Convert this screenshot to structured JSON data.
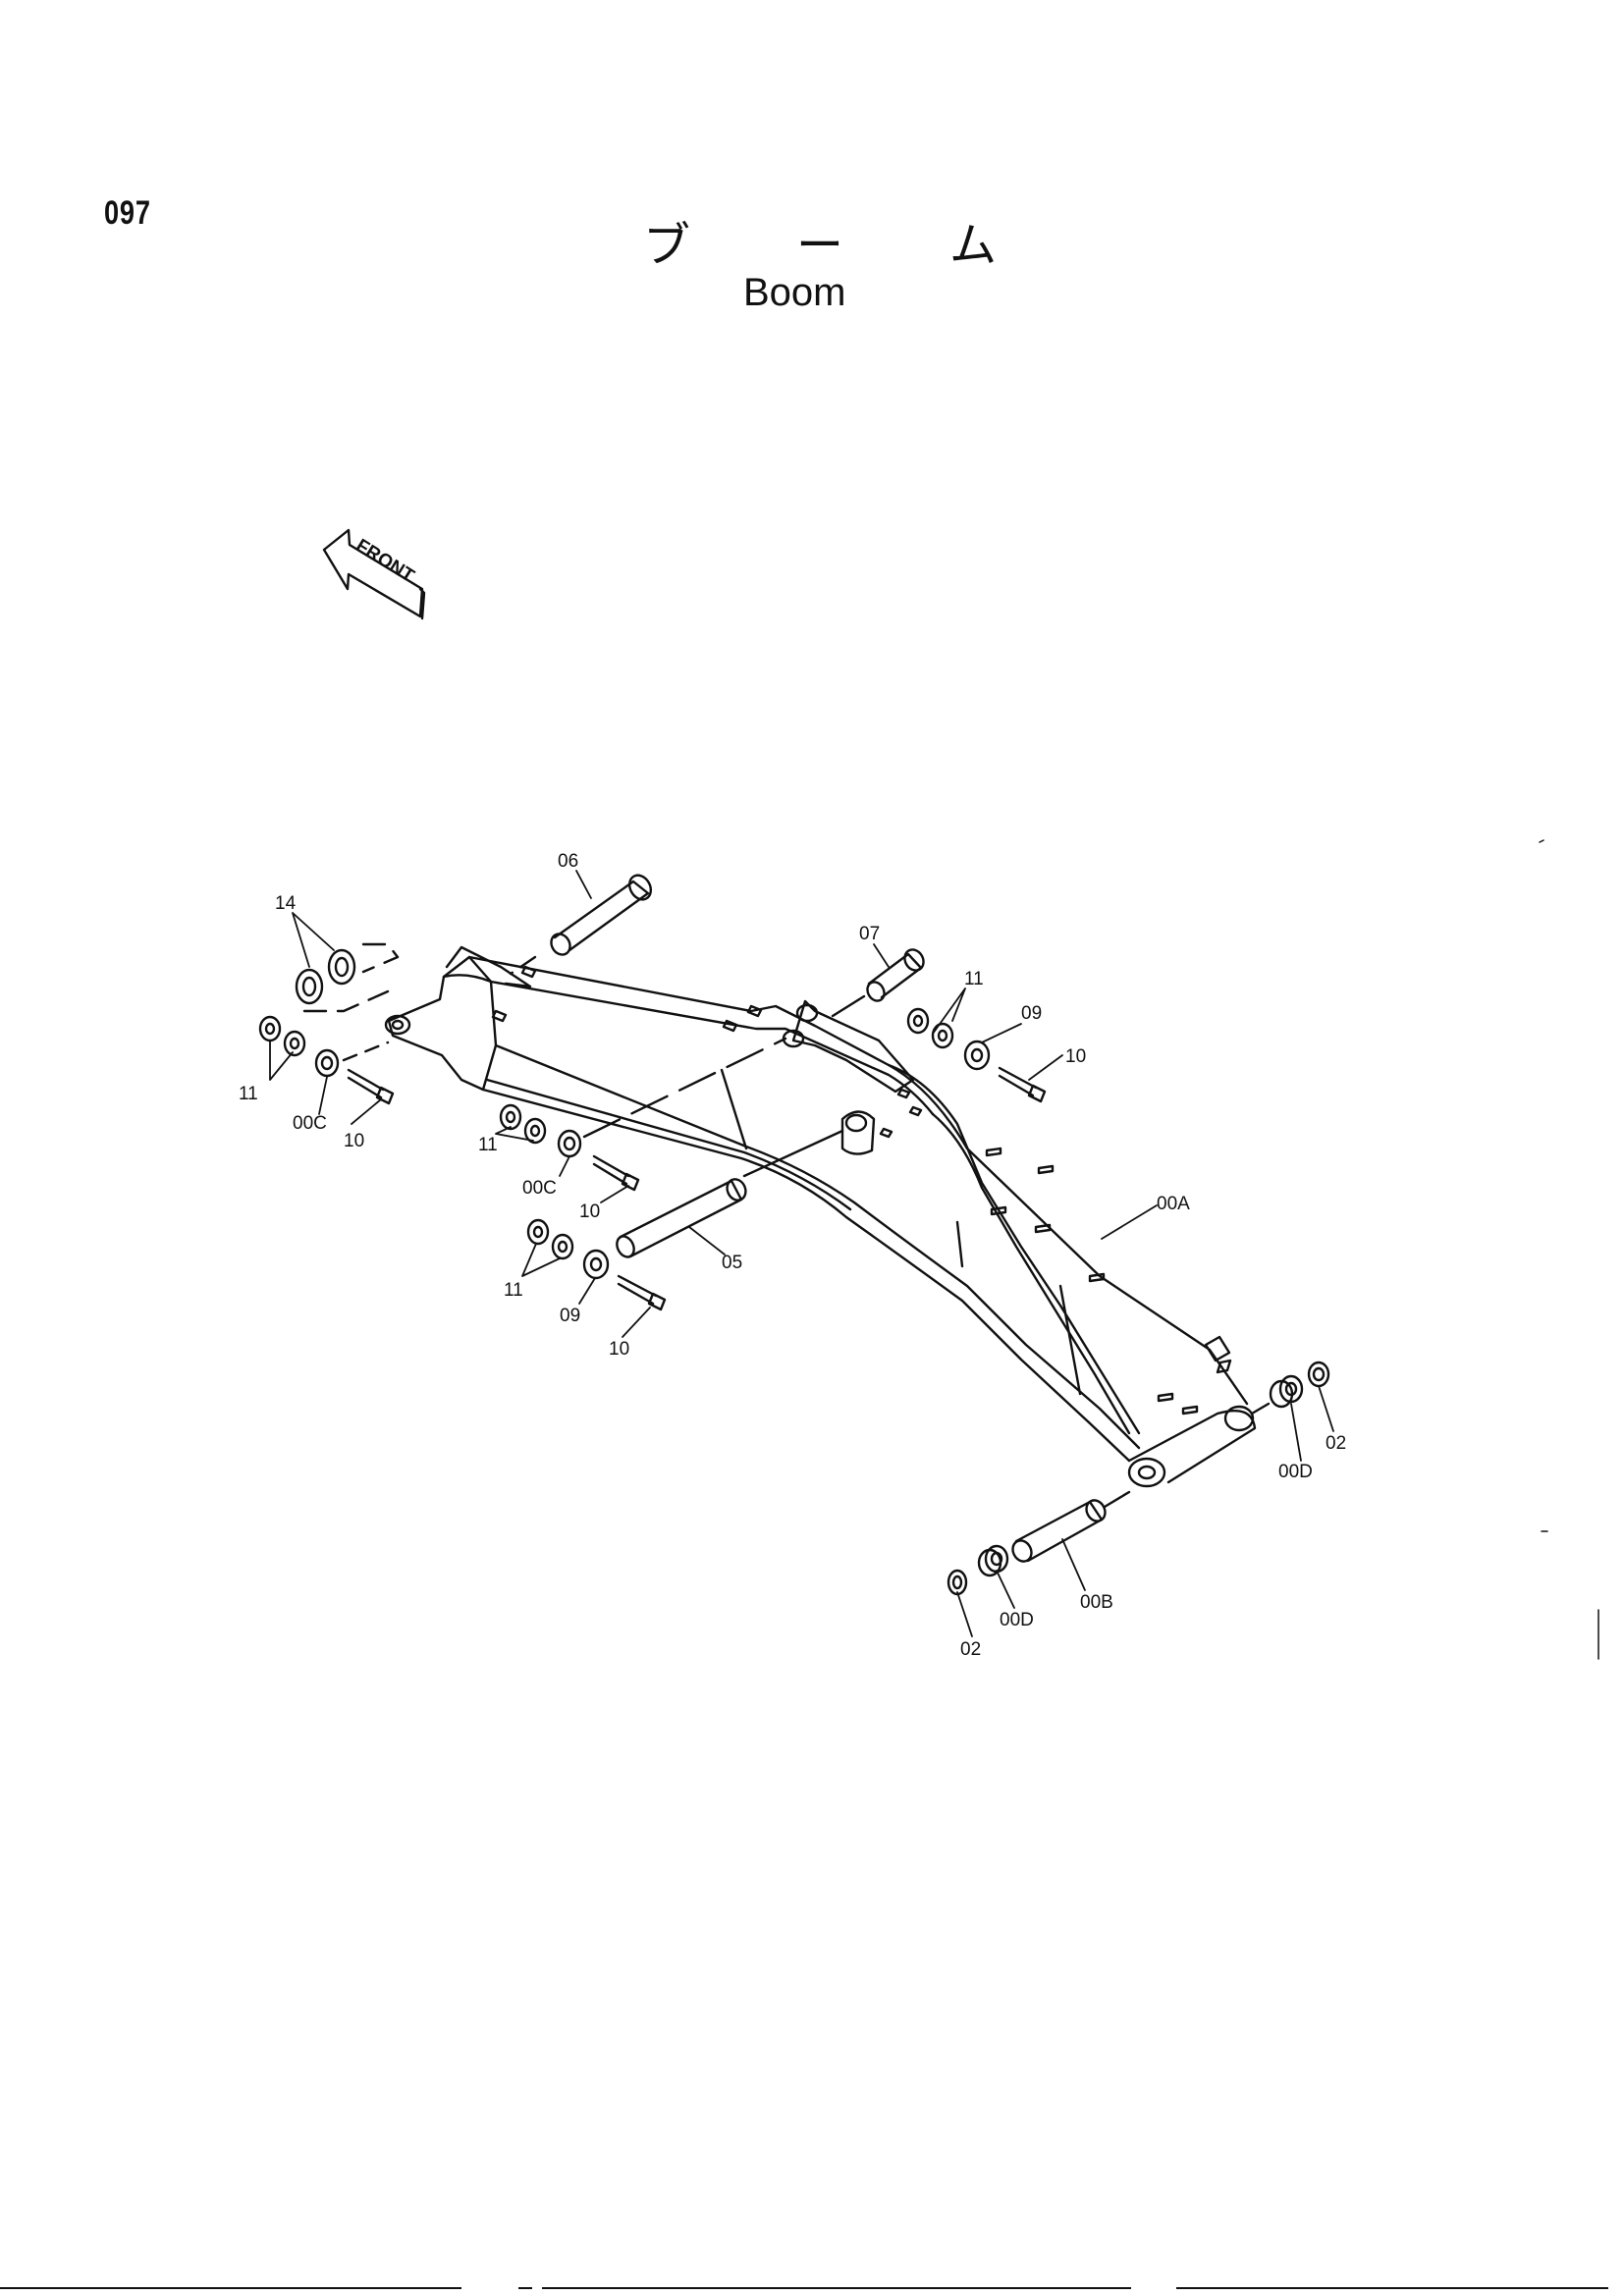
{
  "page": {
    "number": "097"
  },
  "title": {
    "jp_chars": [
      "ブ",
      "ー",
      "ム"
    ],
    "en": "Boom"
  },
  "front_marker": {
    "label": "FRONT",
    "icon": "front-arrow-icon"
  },
  "callouts": {
    "c06": "06",
    "c14": "14",
    "c07": "07",
    "c11a": "11",
    "c11b": "11",
    "c11c": "11",
    "c11d": "11",
    "c09a": "09",
    "c09b": "09",
    "c10a": "10",
    "c10b": "10",
    "c10c": "10",
    "c10d": "10",
    "c00Ca": "00C",
    "c00Cb": "00C",
    "c05": "05",
    "c00A": "00A",
    "c00B": "00B",
    "c02a": "02",
    "c02b": "02",
    "c00Da": "00D",
    "c00Db": "00D"
  },
  "colors": {
    "ink": "#111111",
    "paper": "#ffffff"
  }
}
